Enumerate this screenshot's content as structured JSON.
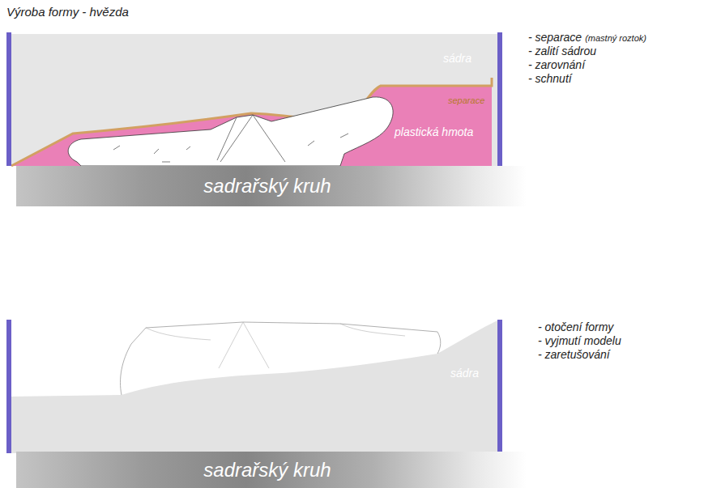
{
  "diagram": {
    "title": "Výroba formy - hvězda",
    "nodes": [
      {
        "text": [
          "sadrařský kruh"
        ]
      },
      {
        "text": [
          "sadrařský kruh"
        ]
      }
    ],
    "labels": [
      "sádra",
      "separace",
      "plastická hmota",
      "- separace",
      "(mastný roztok)",
      "- zalití sádrou",
      "- zarovnání",
      "- schnutí",
      "sádra",
      "- otočení formy",
      "- vyjmutí modelu",
      "- zaretušování"
    ]
  }
}
